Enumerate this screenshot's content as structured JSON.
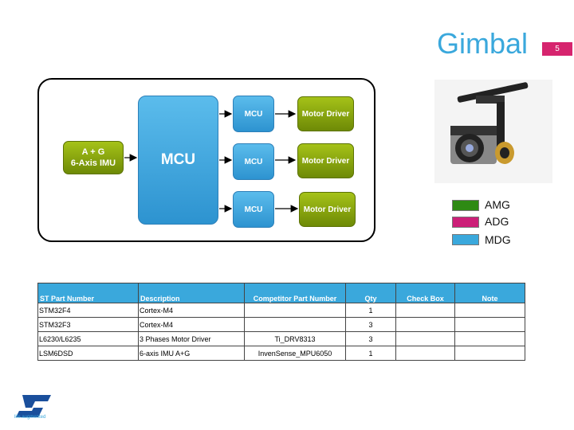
{
  "slide": {
    "title": "Gimbal",
    "page_number": "5"
  },
  "diagram": {
    "mcu_main": "MCU",
    "imu_line1": "A + G",
    "imu_line2": "6-Axis IMU",
    "mcus": [
      "MCU",
      "MCU",
      "MCU"
    ],
    "drivers": [
      "Motor Driver",
      "Motor Driver",
      "Motor Driver"
    ]
  },
  "legend": [
    {
      "label": "AMG",
      "color": "#2e8a14"
    },
    {
      "label": "ADG",
      "color": "#cc1f78"
    },
    {
      "label": "MDG",
      "color": "#3aa8dc"
    }
  ],
  "table": {
    "headers": [
      "ST Part Number",
      "Description",
      "Competitor Part Number",
      "Qty",
      "Check Box",
      "Note"
    ],
    "rows": [
      [
        "STM32F4",
        "Cortex-M4",
        "",
        "1",
        "",
        ""
      ],
      [
        "STM32F3",
        "Cortex-M4",
        "",
        "3",
        "",
        ""
      ],
      [
        "L6230/L6235",
        "3 Phases Motor Driver",
        "Ti_DRV8313",
        "3",
        "",
        ""
      ],
      [
        "LSM6DSD",
        "6-axis IMU A+G",
        "InvenSense_MPU6050",
        "1",
        "",
        ""
      ]
    ]
  },
  "logo": {
    "tagline": "life.augmented"
  },
  "icons": [
    "st-logo-icon",
    "gimbal-camera-photo",
    "arrow-icon"
  ]
}
